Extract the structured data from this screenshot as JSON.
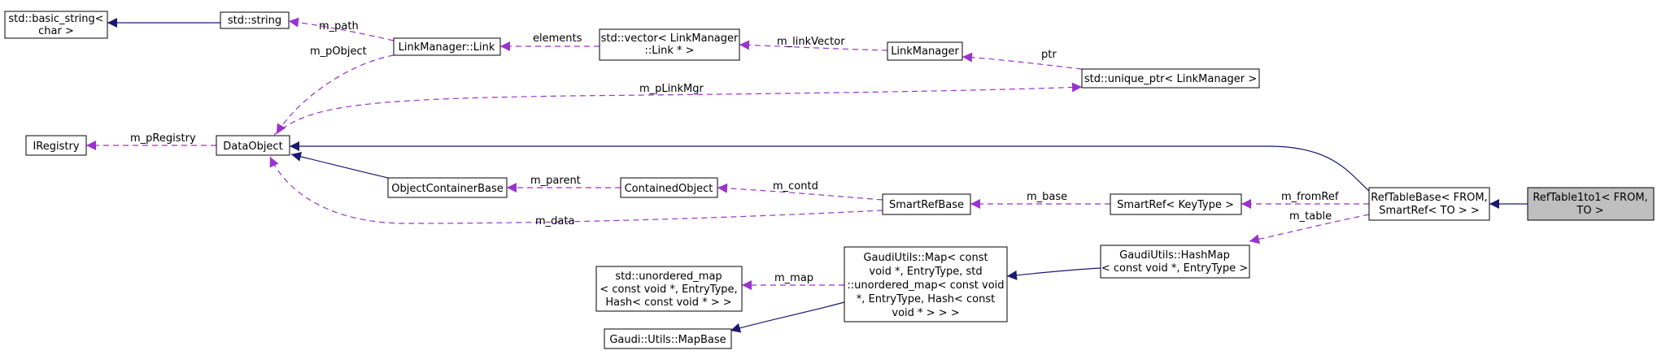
{
  "nodes": {
    "basic_string": {
      "lines": [
        "std::basic_string<",
        "char >"
      ]
    },
    "std_string": {
      "lines": [
        "std::string"
      ]
    },
    "link": {
      "lines": [
        "LinkManager::Link"
      ]
    },
    "vector_link": {
      "lines": [
        "std::vector< LinkManager",
        "::Link * >"
      ]
    },
    "link_manager": {
      "lines": [
        "LinkManager"
      ]
    },
    "unique_ptr": {
      "lines": [
        "std::unique_ptr< LinkManager >"
      ]
    },
    "iregistry": {
      "lines": [
        "IRegistry"
      ]
    },
    "data_object": {
      "lines": [
        "DataObject"
      ]
    },
    "ocb": {
      "lines": [
        "ObjectContainerBase"
      ]
    },
    "contained": {
      "lines": [
        "ContainedObject"
      ]
    },
    "smartrefbase": {
      "lines": [
        "SmartRefBase"
      ]
    },
    "smartref_key": {
      "lines": [
        "SmartRef< KeyType >"
      ]
    },
    "reftablebase": {
      "lines": [
        "RefTableBase< FROM,",
        "SmartRef< TO > >"
      ]
    },
    "reftable1to1": {
      "lines": [
        "RefTable1to1< FROM,",
        "TO >"
      ]
    },
    "unordered_map": {
      "lines": [
        "std::unordered_map",
        "< const void *, EntryType,",
        "Hash< const void * > >"
      ]
    },
    "gaudi_map": {
      "lines": [
        "GaudiUtils::Map< const",
        "void *, EntryType, std",
        "::unordered_map< const void",
        "*, EntryType, Hash< const",
        "void * > > >"
      ]
    },
    "hashmap": {
      "lines": [
        "GaudiUtils::HashMap",
        "< const void *, EntryType >"
      ]
    },
    "mapbase": {
      "lines": [
        "Gaudi::Utils::MapBase"
      ]
    }
  },
  "edge_labels": {
    "m_path": "m_path",
    "m_pObject": "m_pObject",
    "elements": "elements",
    "m_linkVector": "m_linkVector",
    "ptr": "ptr",
    "m_pLinkMgr": "m_pLinkMgr",
    "m_pRegistry": "m_pRegistry",
    "m_parent": "m_parent",
    "m_contd": "m_contd",
    "m_base": "m_base",
    "m_fromRef": "m_fromRef",
    "m_data": "m_data",
    "m_table": "m_table",
    "m_map": "m_map"
  },
  "colors": {
    "inheritance_edge": "#191970",
    "usage_edge": "#9a32cd",
    "highlight_fill": "#bfbfbf"
  }
}
